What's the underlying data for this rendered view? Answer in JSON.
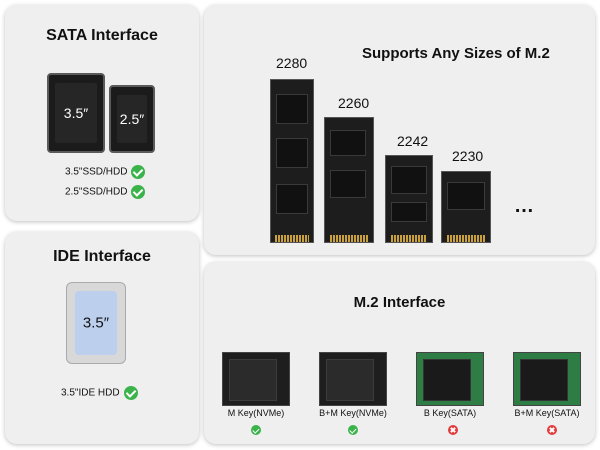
{
  "sata": {
    "title": "SATA Interface",
    "drive_large": "3.5″",
    "drive_small": "2.5″",
    "support_1": "3.5\"SSD/HDD",
    "support_2": "2.5\"SSD/HDD"
  },
  "ide": {
    "title": "IDE Interface",
    "drive_label": "3.5″",
    "support": "3.5\"IDE HDD"
  },
  "m2_sizes": {
    "title": "Supports Any Sizes of M.2",
    "sizes": [
      "2280",
      "2260",
      "2242",
      "2230"
    ],
    "more": "…"
  },
  "m2_interface": {
    "title": "M.2 Interface",
    "keys": [
      {
        "label": "M Key(NVMe)",
        "supported": true
      },
      {
        "label": "B+M Key(NVMe)",
        "supported": true
      },
      {
        "label": "B Key(SATA)",
        "supported": false
      },
      {
        "label": "B+M Key(SATA)",
        "supported": false
      }
    ]
  },
  "colors": {
    "check": "#3ab34a",
    "cross": "#e23b3b",
    "card": "#efefef"
  }
}
